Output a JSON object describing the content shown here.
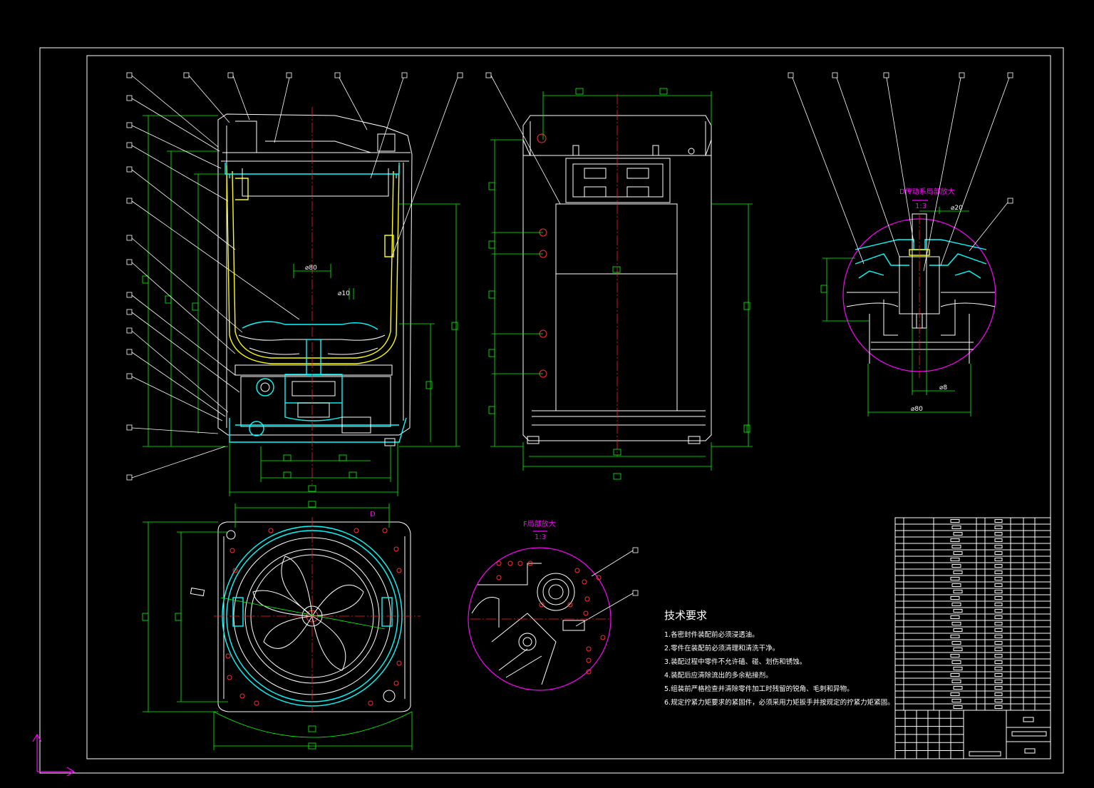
{
  "tech_requirements": {
    "title": "技术要求",
    "items": [
      "1.各密封件装配前必须浸透油。",
      "2.零件在装配前必须清理和清洗干净。",
      "3.装配过程中零件不允许磕、碰、划伤和锈蚀。",
      "4.装配后应清除流出的多余粘接剂。",
      "5.组装前严格检查并清除零件加工时残留的锐角、毛刺和异物。",
      "6.规定拧紧力矩要求的紧固件，必须采用力矩扳手并按规定的拧紧力矩紧固。"
    ]
  },
  "detail_views": {
    "d_title": "D传动系局部放大",
    "d_scale": "1:3",
    "f_title": "F局部放大",
    "f_scale": "1:3",
    "bottom_marker": "D"
  },
  "dimensions": {
    "front_d80": "⌀80",
    "front_d10": "⌀10",
    "detail_d20": "⌀20",
    "detail_d8": "⌀8",
    "detail_d80": "⌀80"
  },
  "colors": {
    "background": "#000000",
    "outline": "#ffffff",
    "dimension": "#00ff00",
    "basket": "#00ffff",
    "tub": "#ffff00",
    "centerline": "#ff2020",
    "detail": "#ff00ff"
  },
  "icons": {
    "ucs": "ucs-axis-icon"
  }
}
